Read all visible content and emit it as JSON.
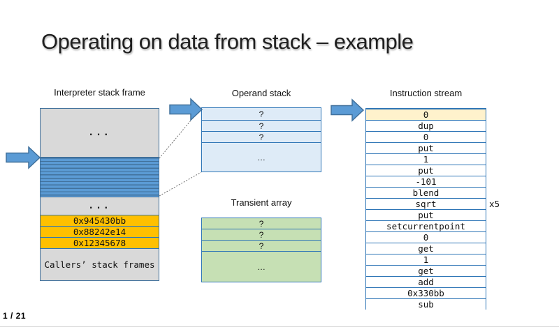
{
  "slide": {
    "title": "Operating on data from stack – example",
    "page_indicator": "1 / 21"
  },
  "colors": {
    "arrow_fill": "#5B9BD5",
    "arrow_border": "#41719C",
    "cell_border": "#2E75B6",
    "gray_fill": "#D9D9D9",
    "orange_fill": "#FFC000",
    "green_fill": "#C6E0B4",
    "light_blue_fill": "#DEEBF7",
    "highlight_fill": "#FFF2CC",
    "stripe_light": "#5B9BD5",
    "stripe_dark": "#41719C"
  },
  "interpreter_frame": {
    "label": "Interpreter stack frame",
    "top_ellipsis": "...",
    "mid_ellipsis": "...",
    "hex_cells": [
      "0x945430bb",
      "0x88242e14",
      "0x12345678"
    ],
    "callers_label": "Callers’ stack frames"
  },
  "operand_stack": {
    "label": "Operand stack",
    "rows": [
      "?",
      "?",
      "?"
    ],
    "ellipsis_row": "…"
  },
  "transient_array": {
    "label": "Transient array",
    "rows": [
      "?",
      "?",
      "?"
    ],
    "ellipsis_row": "…"
  },
  "instruction_stream": {
    "label": "Instruction stream",
    "instructions": [
      "0",
      "dup",
      "0",
      "put",
      "1",
      "put",
      "-101",
      "blend",
      "sqrt",
      "put",
      "setcurrentpoint",
      "0",
      "get",
      "1",
      "get",
      "add",
      "0x330bb",
      "sub"
    ],
    "highlighted_index": 0,
    "repeat_annotation": "x5"
  }
}
